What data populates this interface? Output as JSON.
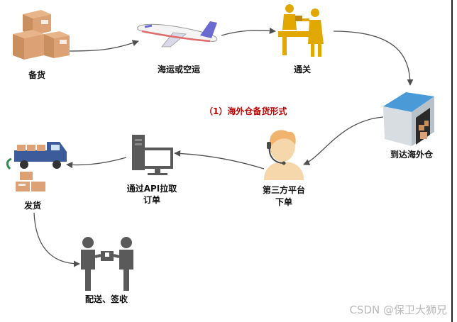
{
  "title": "（1）海外仓备货形式",
  "colors": {
    "title": "#c00000",
    "arrow": "#505050",
    "icon_gray": "#5a5a5a",
    "person_orange": "#f0b46e",
    "plane_blue": "#e06a6a"
  },
  "nodes": {
    "stock": {
      "label": "备货",
      "icon": "boxes-icon"
    },
    "shipping": {
      "label": "海运或空运",
      "icon": "airplane-icon"
    },
    "customs": {
      "label": "通关",
      "icon": "customs-officer-icon"
    },
    "warehouse": {
      "label": "到达海外仓",
      "icon": "warehouse-icon"
    },
    "platform": {
      "line1": "第三方平台",
      "line2": "下单",
      "icon": "customer-service-icon"
    },
    "api": {
      "line1": "通过API拉取",
      "line2": "订单",
      "icon": "computer-icon"
    },
    "dispatch": {
      "label": "发货",
      "icon": "delivery-truck-icon"
    },
    "delivery": {
      "label": "配送、签收",
      "icon": "package-handover-icon"
    }
  },
  "watermark": "CSDN @保卫大狮兄"
}
